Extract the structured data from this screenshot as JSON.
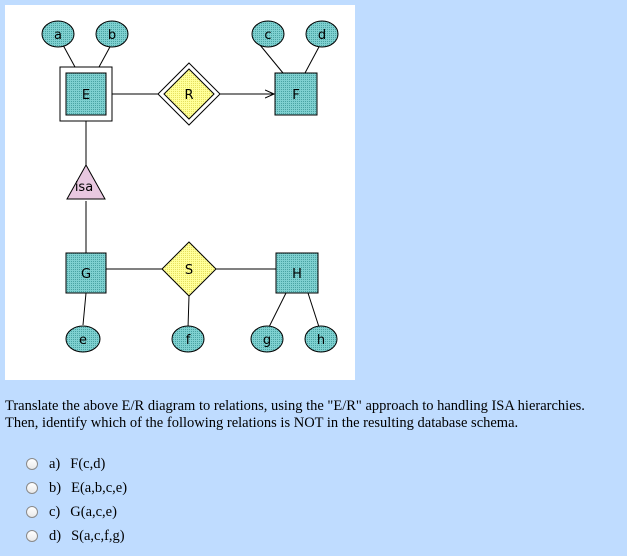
{
  "diagram": {
    "attributes": {
      "a": "a",
      "b": "b",
      "c": "c",
      "d": "d",
      "e": "e",
      "f": "f",
      "g": "g",
      "h": "h"
    },
    "entities": {
      "E": "E",
      "F": "F",
      "G": "G",
      "H": "H"
    },
    "relationships": {
      "R": "R",
      "S": "S"
    },
    "isa_label": "isa",
    "colors": {
      "attribute_fill": "#66cccc",
      "entity_fill": "#66b8b8",
      "relationship_fill": "#ffff99",
      "isa_fill": "#e8c8e0",
      "background": "#bfdcff"
    }
  },
  "question": {
    "text": "Translate the above E/R diagram to relations, using the \"E/R\" approach to handling ISA hierarchies. Then, identify which of the following relations is NOT in the resulting database schema.",
    "options": [
      {
        "letter": "a)",
        "text": "F(c,d)"
      },
      {
        "letter": "b)",
        "text": "E(a,b,c,e)"
      },
      {
        "letter": "c)",
        "text": "G(a,c,e)"
      },
      {
        "letter": "d)",
        "text": "S(a,c,f,g)"
      }
    ]
  }
}
